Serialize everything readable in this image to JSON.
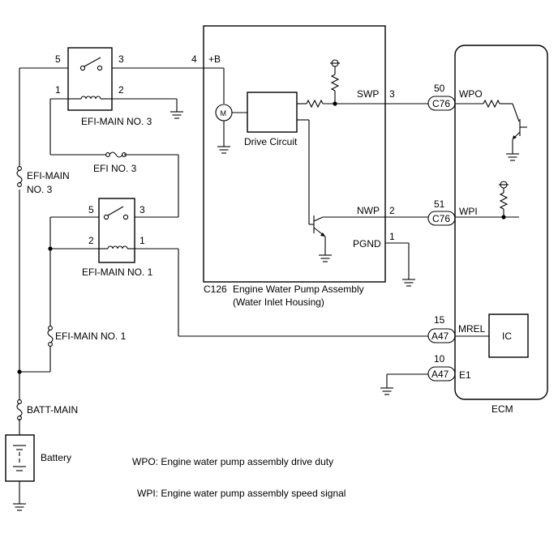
{
  "relays": {
    "efi_main_no3": {
      "label": "EFI-MAIN NO. 3",
      "pin_top_left": "5",
      "pin_top_right": "3",
      "pin_bot_left": "1",
      "pin_bot_right": "2"
    },
    "efi_main_no1": {
      "label": "EFI-MAIN NO. 1",
      "pin_top_left": "5",
      "pin_top_right": "3",
      "pin_bot_left": "2",
      "pin_bot_right": "1"
    }
  },
  "fuses": {
    "efi_no3": "EFI NO. 3",
    "efi_main_no3_line1": "EFI-MAIN",
    "efi_main_no3_line2": "NO. 3",
    "efi_main_no1": "EFI-MAIN NO. 1",
    "batt_main": "BATT-MAIN"
  },
  "battery": {
    "label": "Battery"
  },
  "pump": {
    "connector": "C126",
    "title_line1": "Engine Water Pump Assembly",
    "title_line2": "(Water Inlet Housing)",
    "motor": "M",
    "drive_circuit": "Drive Circuit",
    "pins": {
      "b_num": "4",
      "b_name": "+B",
      "swp_name": "SWP",
      "swp_num": "3",
      "nwp_name": "NWP",
      "nwp_num": "2",
      "pgnd_num": "1",
      "pgnd_name": "PGND"
    }
  },
  "ecm": {
    "label": "ECM",
    "ic": "IC",
    "pins": [
      {
        "num": "50",
        "conn": "C76",
        "name": "WPO"
      },
      {
        "num": "51",
        "conn": "C76",
        "name": "WPI"
      },
      {
        "num": "15",
        "conn": "A47",
        "name": "MREL"
      },
      {
        "num": "10",
        "conn": "A47",
        "name": "E1"
      }
    ]
  },
  "legend": {
    "wpo": "WPO: Engine water pump assembly drive duty",
    "wpi": "WPI: Engine water pump assembly speed signal"
  }
}
